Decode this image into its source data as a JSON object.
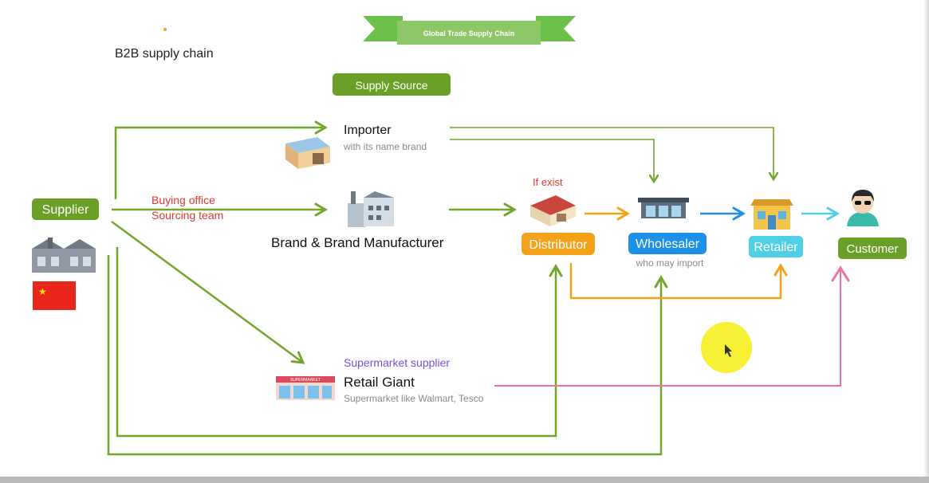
{
  "banner": {
    "title": "Global Trade Supply Chain"
  },
  "header": {
    "heading": "B2B supply chain"
  },
  "labels": {
    "supply_source": "Supply Source",
    "supplier": "Supplier",
    "buying_office": "Buying office",
    "sourcing_team": "Sourcing team",
    "importer": "Importer",
    "importer_sub": "with its name brand",
    "brand_manufacturer": "Brand & Brand Manufacturer",
    "if_exist": "If exist",
    "distributor": "Distributor",
    "wholesaler": "Wholesaler",
    "wholesaler_sub": "who may import",
    "retailer": "Retailer",
    "customer": "Customer",
    "supermarket_supplier": "Supermarket supplier",
    "retail_giant": "Retail Giant",
    "retail_giant_sub": "Supermarket like Walmart, Tesco",
    "store_sign": "SUPERMARKET"
  },
  "colors": {
    "green": "#74a52c",
    "green_pill": "#6aa028",
    "orange": "#f5a21b",
    "blue": "#1e90e8",
    "cyan": "#4fd0e6",
    "pink": "#f0739e",
    "red_text": "#e03a2e",
    "purple_text": "#7a4fe0",
    "gray_text": "#8a8a8a",
    "cursor_highlight": "#f6ee1f"
  },
  "icons": {
    "supplier_factory": "factory-icon",
    "china_flag": "china-flag-icon",
    "importer": "warehouse-icon",
    "brand": "factory-building-icon",
    "distributor": "warehouse-icon",
    "wholesaler": "store-icon",
    "retailer": "shop-icon",
    "customer": "person-with-sunglasses-icon",
    "retail_giant": "supermarket-icon"
  }
}
